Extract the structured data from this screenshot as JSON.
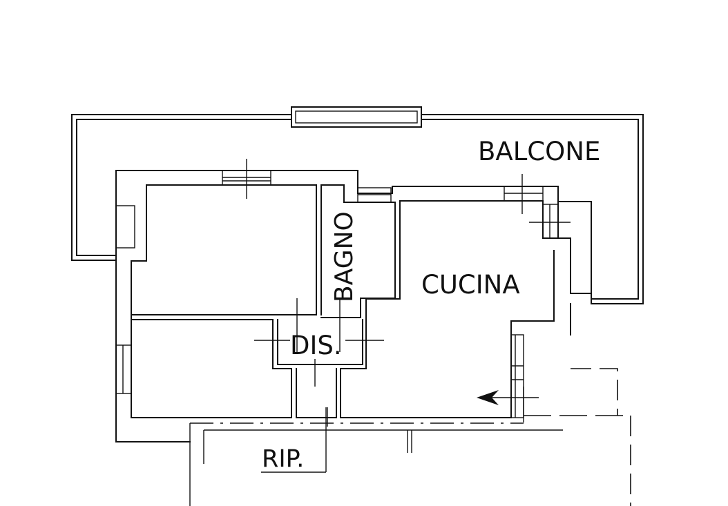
{
  "rooms": {
    "balcone": "BALCONE",
    "bagno": "BAGNO",
    "cucina": "CUCINA",
    "dis": "DIS.",
    "rip": "RIP."
  }
}
